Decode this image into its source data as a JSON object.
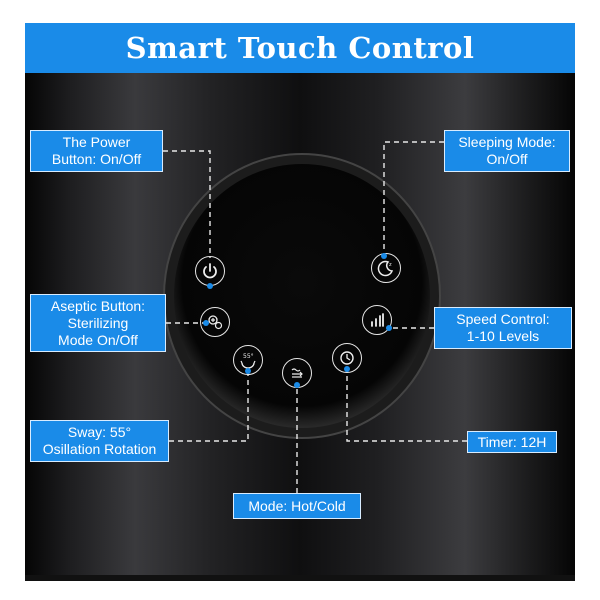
{
  "banner": {
    "title": "Smart Touch Control"
  },
  "labels": {
    "power": "The Power\nButton: On/Off",
    "sleep": "Sleeping Mode:\nOn/Off",
    "aseptic": "Aseptic Button:\nSterilizing\nMode On/Off",
    "speed": "Speed Control:\n1-10 Levels",
    "sway": "Sway: 55°\nOsillation Rotation",
    "timer": "Timer: 12H",
    "mode": "Mode: Hot/Cold"
  },
  "buttons": {
    "sway_badge": "55°"
  },
  "colors": {
    "accent": "#1a8be8",
    "panel": "#000000"
  }
}
